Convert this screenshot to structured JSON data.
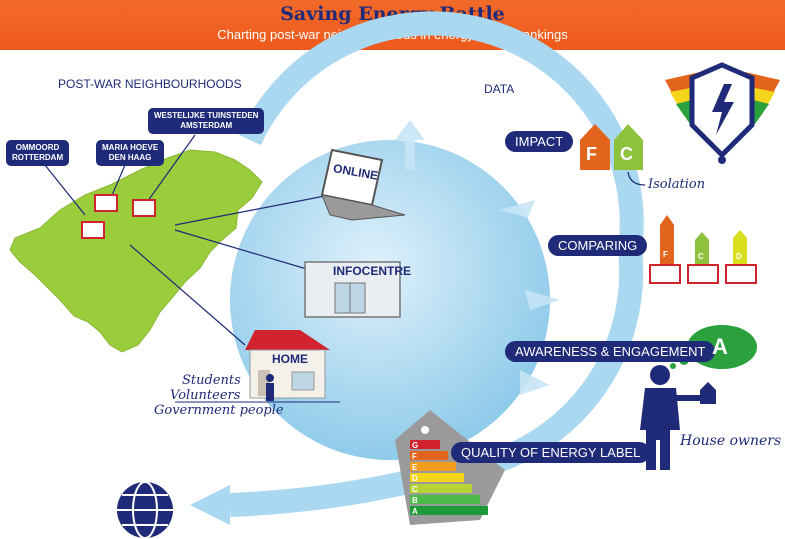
{
  "header": {
    "title": "Saving Energy Battle",
    "subtitle": "Charting post-war neighbourhoods in energy saving rankings"
  },
  "map": {
    "heading": "POST-WAR NEIGHBOURHOODS",
    "locations": [
      {
        "line1": "WESTELIJKE TUINSTEDEN",
        "line2": "AMSTERDAM"
      },
      {
        "line1": "MARIA HOEVE",
        "line2": "DEN HAAG"
      },
      {
        "line1": "OMMOORD",
        "line2": "ROTTERDAM"
      }
    ]
  },
  "channels": {
    "online": "ONLINE",
    "infocentre": "INFOCENTRE",
    "home": "HOME"
  },
  "home_people": [
    "Students",
    "Volunteers",
    "Government people"
  ],
  "steps": {
    "data": "DATA",
    "impact": "IMPACT",
    "comparing": "COMPARING",
    "awareness": "AWARENESS & ENGAGEMENT",
    "quality": "QUALITY OF ENERGY LABEL"
  },
  "impact_labels": [
    "F",
    "C"
  ],
  "impact_note": "Isolation",
  "comparing_labels": [
    "F",
    "C",
    "D"
  ],
  "awareness_label": "A",
  "house_owners": "House owners",
  "energy_label_letters": [
    "G",
    "F",
    "E",
    "D",
    "C",
    "B",
    "A"
  ],
  "colors": {
    "header": "#ee5a1c",
    "navy": "#1f2a78",
    "map_green": "#9acd3c",
    "cycle_blue": "#a9d8f0",
    "label_green": "#2aa13c"
  }
}
